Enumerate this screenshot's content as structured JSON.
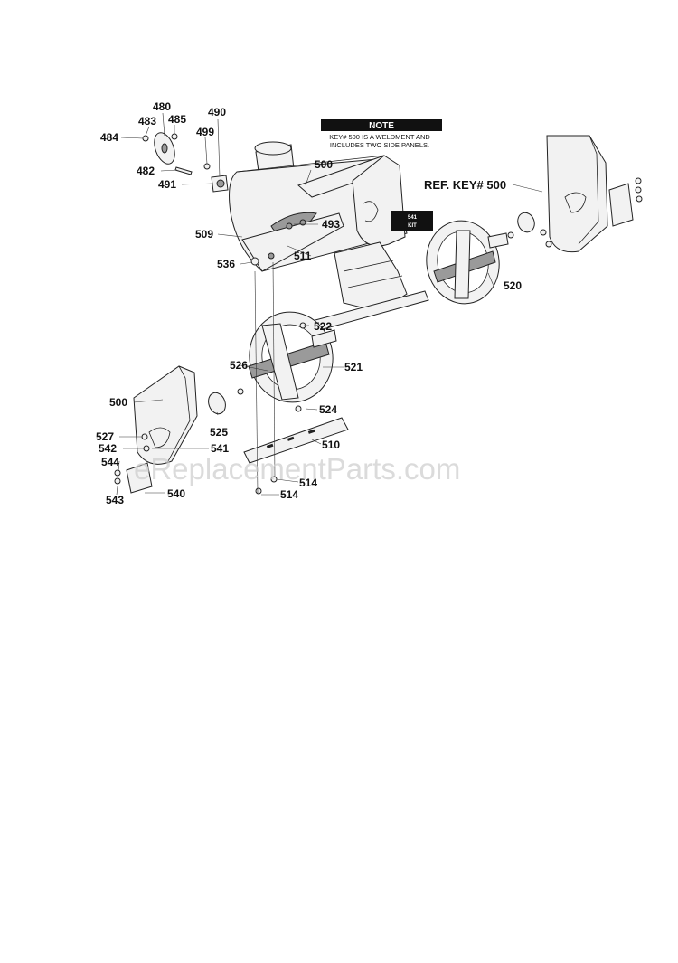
{
  "note": {
    "heading": "NOTE",
    "line1": "KEY# 500 IS A WELDMENT AND",
    "line2": "INCLUDES TWO SIDE PANELS."
  },
  "tag": {
    "line1": "541",
    "line2": "KIT"
  },
  "ref_label": "REF. KEY# 500",
  "watermark": "eReplacementParts.com",
  "callouts": {
    "c480": "480",
    "c483": "483",
    "c485": "485",
    "c484": "484",
    "c490": "490",
    "c499": "499",
    "c482": "482",
    "c491": "491",
    "c500_top": "500",
    "c493": "493",
    "c509": "509",
    "c511": "511",
    "c536": "536",
    "c520": "520",
    "c522": "522",
    "c526": "526",
    "c521": "521",
    "c500_left": "500",
    "c524": "524",
    "c525": "525",
    "c527": "527",
    "c541": "541",
    "c542": "542",
    "c510": "510",
    "c544": "544",
    "c514a": "514",
    "c543": "543",
    "c540": "540",
    "c514b": "514"
  }
}
